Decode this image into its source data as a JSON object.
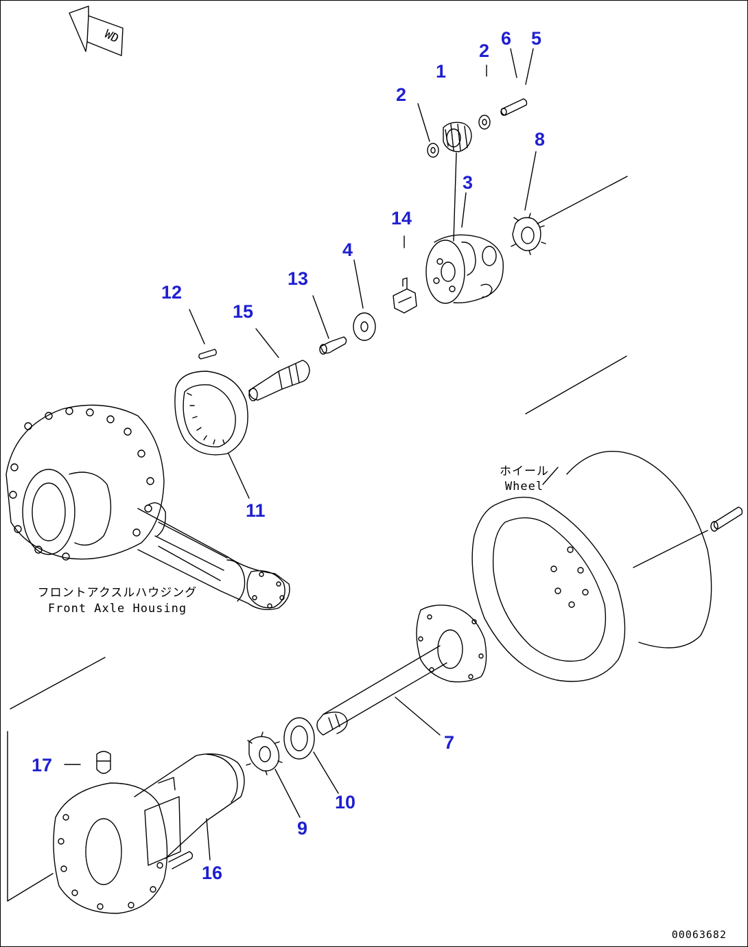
{
  "direction_marker": "WD",
  "callouts": [
    {
      "id": "c1",
      "text": "1"
    },
    {
      "id": "c2a",
      "text": "2"
    },
    {
      "id": "c2b",
      "text": "2"
    },
    {
      "id": "c3",
      "text": "3"
    },
    {
      "id": "c4",
      "text": "4"
    },
    {
      "id": "c5",
      "text": "5"
    },
    {
      "id": "c6",
      "text": "6"
    },
    {
      "id": "c7",
      "text": "7"
    },
    {
      "id": "c8",
      "text": "8"
    },
    {
      "id": "c9",
      "text": "9"
    },
    {
      "id": "c10",
      "text": "10"
    },
    {
      "id": "c11",
      "text": "11"
    },
    {
      "id": "c12",
      "text": "12"
    },
    {
      "id": "c13",
      "text": "13"
    },
    {
      "id": "c14",
      "text": "14"
    },
    {
      "id": "c15",
      "text": "15"
    },
    {
      "id": "c16",
      "text": "16"
    },
    {
      "id": "c17",
      "text": "17"
    }
  ],
  "labels": {
    "wheel_jp": "ホイール",
    "wheel_en": "Wheel",
    "housing_jp": "フロントアクスルハウジング",
    "housing_en": "Front Axle Housing"
  },
  "drawing_number": "00063682"
}
